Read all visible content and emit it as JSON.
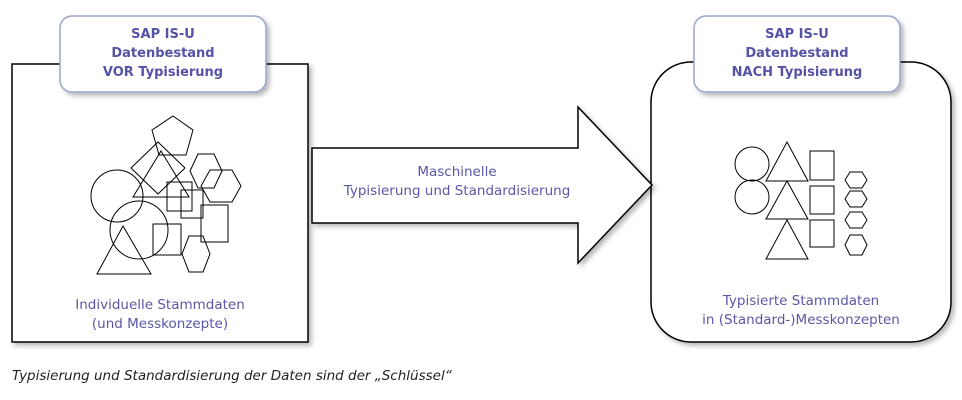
{
  "left_panel": {
    "header_lines": [
      "SAP IS-U",
      "Datenbestand",
      "VOR Typisierung"
    ],
    "label_lines": [
      "Individuelle Stammdaten",
      "(und Messkonzepte)"
    ]
  },
  "arrow": {
    "label_lines": [
      "Maschinelle",
      "Typisierung und Standardisierung"
    ]
  },
  "right_panel": {
    "header_lines": [
      "SAP IS-U",
      "Datenbestand",
      "NACH Typisierung"
    ],
    "label_lines": [
      "Typisierte Stammdaten",
      "in (Standard-)Messkonzepten"
    ]
  },
  "caption": "Typisierung und Standardisierung der Daten sind der „Schlüssel“",
  "colors": {
    "text_accent": "#5b57a8",
    "header_fill": "#ffffff",
    "header_border": "#9aa6c9",
    "outline": "#000000"
  }
}
